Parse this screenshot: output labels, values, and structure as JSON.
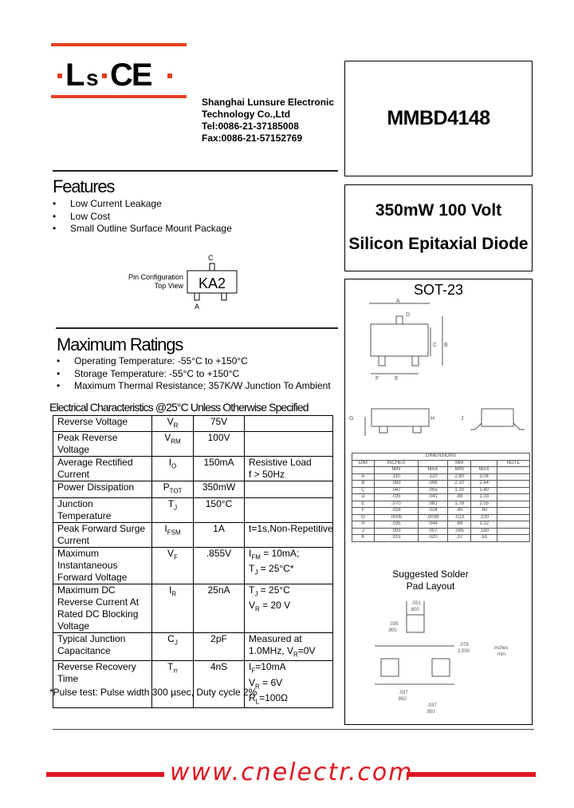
{
  "logo": {
    "text_l": "L",
    "text_s": "s",
    "text_ce": "CE"
  },
  "company": {
    "name": "Shanghai Lunsure Electronic",
    "name2": "Technology Co.,Ltd",
    "tel": "Tel:0086-21-37185008",
    "fax": "Fax:0086-21-57152769"
  },
  "part_number": "MMBD4148",
  "description": {
    "line1": "350mW 100 Volt",
    "line2": "Silicon Epitaxial Diode"
  },
  "features": {
    "title": "Features",
    "items": [
      "Low Current Leakage",
      "Low Cost",
      "Small Outline Surface Mount Package"
    ]
  },
  "pin_config": {
    "label1": "Pin Configuration",
    "label2": "Top View",
    "marking": "KA2",
    "pin_c": "C",
    "pin_a": "A"
  },
  "max_ratings": {
    "title": "Maximum Ratings",
    "items": [
      "Operating Temperature: -55°C to +150°C",
      "Storage Temperature: -55°C to +150°C",
      "Maximum Thermal Resistance; 357K/W Junction To Ambient"
    ]
  },
  "elec_title": "Electrical Characteristics @25°C Unless Otherwise Specified",
  "ratings_rows": [
    {
      "param": "Reverse Voltage",
      "sym": "V",
      "sub": "R",
      "val": "75V",
      "cond": ""
    },
    {
      "param": "Peak Reverse Voltage",
      "sym": "V",
      "sub": "RM",
      "val": "100V",
      "cond": ""
    },
    {
      "param": "Average Rectified Current",
      "sym": "I",
      "sub": "O",
      "val": "150mA",
      "cond": "Resistive Load\nf > 50Hz"
    },
    {
      "param": "Power Dissipation",
      "sym": "P",
      "sub": "TOT",
      "val": "350mW",
      "cond": ""
    },
    {
      "param": "Junction Temperature",
      "sym": "T",
      "sub": "J",
      "val": "150°C",
      "cond": ""
    },
    {
      "param": "Peak Forward Surge Current",
      "sym": "I",
      "sub": "FSM",
      "val": "1A",
      "cond": "t=1s,Non-Repetitive"
    },
    {
      "param": "Maximum Instantaneous Forward Voltage",
      "sym": "V",
      "sub": "F",
      "val": ".855V",
      "cond": "I_FM = 10mA;\nT_J = 25°C*"
    },
    {
      "param": "Maximum DC Reverse Current At Rated DC Blocking Voltage",
      "sym": "I",
      "sub": "R",
      "val": "25nA",
      "cond": "T_J = 25°C\nV_R = 20 V"
    },
    {
      "param": "Typical Junction Capacitance",
      "sym": "C",
      "sub": "J",
      "val": "2pF",
      "cond": "Measured at\n1.0MHz, V_R=0V"
    },
    {
      "param": "Reverse Recovery Time",
      "sym": "T",
      "sub": "rr",
      "val": "4nS",
      "cond": "I_F=10mA\nV_R = 6V\nR_L=100Ω"
    }
  ],
  "pulse_note": "*Pulse test: Pulse width 300 µsec, Duty cycle 2%",
  "package": {
    "name": "SOT-23",
    "dim_labels": [
      "A",
      "B",
      "C",
      "D",
      "E",
      "F",
      "G",
      "H",
      "J"
    ],
    "dim_table_title": "DIMENSIONS",
    "dim_headers": [
      "DIM",
      "INCHES",
      "",
      "MM",
      "",
      "NOTE"
    ],
    "dim_sub": [
      "",
      "MIN",
      "MAX",
      "MIN",
      "MAX",
      ""
    ],
    "dim_rows": [
      [
        "A",
        ".110",
        ".120",
        "2.80",
        "3.04",
        ""
      ],
      [
        "B",
        ".083",
        ".098",
        "2.10",
        "2.64",
        ""
      ],
      [
        "C",
        ".047",
        ".055",
        "1.20",
        "1.40",
        ""
      ],
      [
        "D",
        ".035",
        ".041",
        ".89",
        "1.03",
        ""
      ],
      [
        "E",
        ".070",
        ".081",
        "1.78",
        "2.05",
        ""
      ],
      [
        "F",
        ".018",
        ".024",
        ".45",
        ".60",
        ""
      ],
      [
        "G",
        ".0005",
        ".0039",
        ".013",
        ".100",
        ""
      ],
      [
        "H",
        ".035",
        ".044",
        ".89",
        "1.12",
        ""
      ],
      [
        "J",
        ".003",
        ".007",
        ".085",
        ".180",
        ""
      ],
      [
        "K",
        ".015",
        ".020",
        ".37",
        ".51",
        ""
      ]
    ],
    "solder_title1": "Suggested Solder",
    "solder_title2": "Pad Layout",
    "pad_dims": {
      "d1a": ".031",
      "d1b": ".800",
      "d2a": ".035",
      "d2b": ".900",
      "d3a": ".079",
      "d3b": "2.000",
      "d4a": ".037",
      "d4b": ".950",
      "d5a": ".037",
      "d5b": ".950",
      "units1": "inches",
      "units2": "mm"
    }
  },
  "website": "www.cnelectr.com",
  "colors": {
    "logo_red": "#e8401f",
    "web_red": "#e0161f"
  }
}
